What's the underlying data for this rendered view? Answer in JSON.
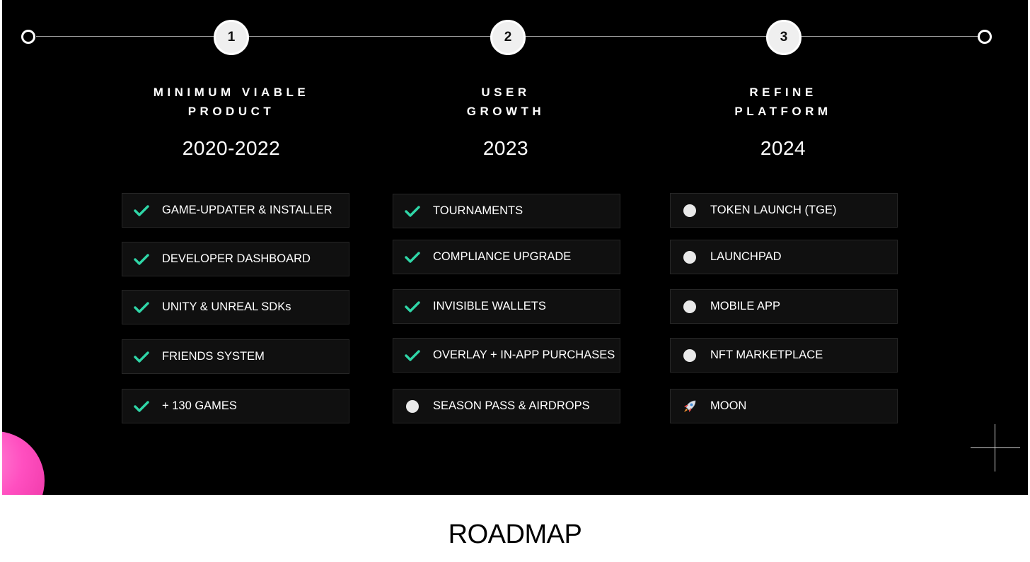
{
  "caption": "ROADMAP",
  "colors": {
    "background": "#000000",
    "accent_check": "#2fd6a7",
    "accent_blob": "#ff4fc0",
    "item_bg": "#101010"
  },
  "phases": [
    {
      "number": "1",
      "title_line1": "MINIMUM VIABLE",
      "title_line2": "PRODUCT",
      "years": "2020-2022",
      "items": [
        {
          "label": "GAME-UPDATER & INSTALLER",
          "status": "done",
          "icon": "check-icon"
        },
        {
          "label": "DEVELOPER DASHBOARD",
          "status": "done",
          "icon": "check-icon"
        },
        {
          "label": "UNITY & UNREAL SDKs",
          "status": "done",
          "icon": "check-icon"
        },
        {
          "label": "FRIENDS SYSTEM",
          "status": "done",
          "icon": "check-icon"
        },
        {
          "label": "+ 130 GAMES",
          "status": "done",
          "icon": "check-icon"
        }
      ]
    },
    {
      "number": "2",
      "title_line1": "USER",
      "title_line2": "GROWTH",
      "years": "2023",
      "items": [
        {
          "label": "TOURNAMENTS",
          "status": "done",
          "icon": "check-icon"
        },
        {
          "label": "COMPLIANCE UPGRADE",
          "status": "done",
          "icon": "check-icon"
        },
        {
          "label": "INVISIBLE WALLETS",
          "status": "done",
          "icon": "check-icon"
        },
        {
          "label": "OVERLAY + IN-APP PURCHASES",
          "status": "done",
          "icon": "check-icon"
        },
        {
          "label": "SEASON PASS & AIRDROPS",
          "status": "pending",
          "icon": "dot-icon"
        }
      ]
    },
    {
      "number": "3",
      "title_line1": "REFINE",
      "title_line2": "PLATFORM",
      "years": "2024",
      "items": [
        {
          "label": "TOKEN LAUNCH (TGE)",
          "status": "pending",
          "icon": "dot-icon"
        },
        {
          "label": "LAUNCHPAD",
          "status": "pending",
          "icon": "dot-icon"
        },
        {
          "label": "MOBILE APP",
          "status": "pending",
          "icon": "dot-icon"
        },
        {
          "label": "NFT MARKETPLACE",
          "status": "pending",
          "icon": "dot-icon"
        },
        {
          "label": "MOON",
          "status": "goal",
          "icon": "rocket-icon"
        }
      ]
    }
  ]
}
